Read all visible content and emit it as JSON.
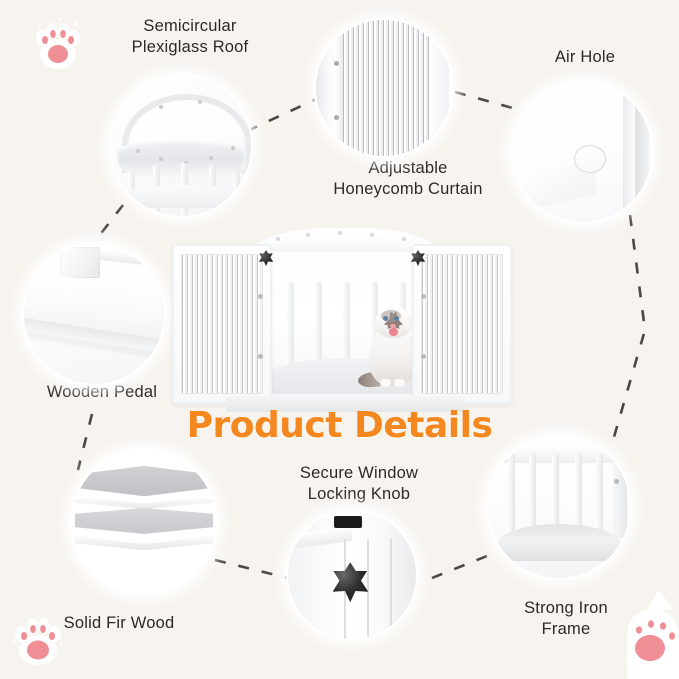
{
  "page": {
    "title": "Product Details",
    "background_color": "#f7f4ef",
    "title_color": "#f5871f",
    "label_color": "#2c2a28",
    "connector_color": "#4a4844",
    "paw_pad_color": "#ef8e95"
  },
  "callouts": [
    {
      "id": "semicircular-plexiglass-roof",
      "label": "Semicircular\nPlexiglass Roof",
      "icon": "plexiglass-roof-photo"
    },
    {
      "id": "adjustable-honeycomb-curtain",
      "label": "Adjustable\nHoneycomb Curtain",
      "icon": "honeycomb-curtain-photo"
    },
    {
      "id": "air-hole",
      "label": "Air Hole",
      "icon": "air-hole-photo"
    },
    {
      "id": "wooden-pedal",
      "label": "Wooden Pedal",
      "icon": "wooden-pedal-photo"
    },
    {
      "id": "solid-fir-wood",
      "label": "Solid Fir Wood",
      "icon": "fir-wood-layers-photo"
    },
    {
      "id": "secure-window-locking-knob",
      "label": "Secure Window\nLocking Knob",
      "icon": "locking-knob-photo"
    },
    {
      "id": "strong-iron-frame",
      "label": "Strong Iron\nFrame",
      "icon": "iron-frame-photo"
    }
  ],
  "product": {
    "name": "white-wooden-pet-crate",
    "subject": "ragdoll-cat"
  },
  "decorations": [
    {
      "id": "paw-top-left",
      "icon": "paw-print-icon"
    },
    {
      "id": "paw-bottom-left",
      "icon": "paw-print-icon"
    },
    {
      "id": "paw-bottom-right",
      "icon": "cat-paw-icon"
    }
  ]
}
